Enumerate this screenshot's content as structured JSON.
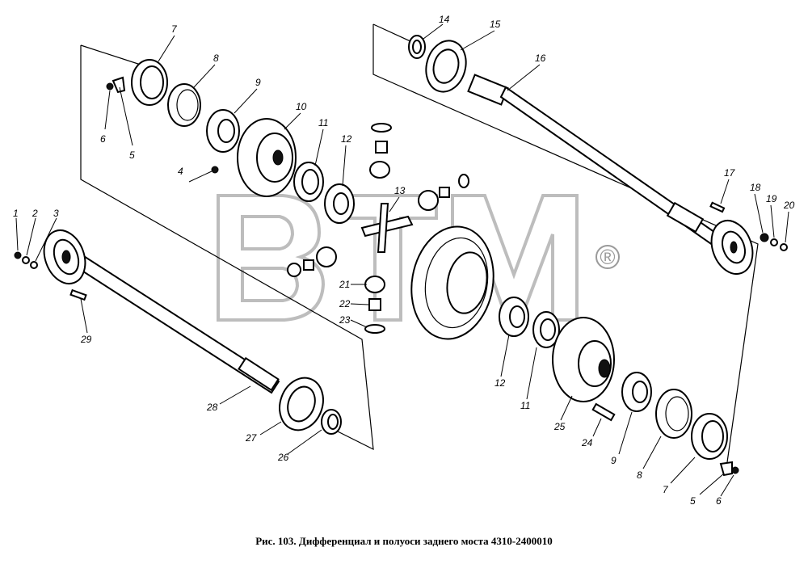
{
  "caption": "Рис. 103. Дифференциал и полуоси заднего моста 4310-2400010",
  "watermark": {
    "text": "BTM",
    "registered_mark": "®"
  },
  "callouts": {
    "n1": "1",
    "n2": "2",
    "n3": "3",
    "n4": "4",
    "n5a": "5",
    "n6a": "6",
    "n7a": "7",
    "n8a": "8",
    "n9a": "9",
    "n10": "10",
    "n11a": "11",
    "n12a": "12",
    "n13": "13",
    "n14": "14",
    "n15": "15",
    "n16": "16",
    "n17": "17",
    "n18": "18",
    "n19": "19",
    "n20": "20",
    "n21": "21",
    "n22": "22",
    "n23": "23",
    "n24": "24",
    "n25": "25",
    "n26": "26",
    "n27": "27",
    "n28": "28",
    "n29": "29",
    "n12b": "12",
    "n11b": "11",
    "n9b": "9",
    "n8b": "8",
    "n7b": "7",
    "n5b": "5",
    "n6b": "6"
  }
}
